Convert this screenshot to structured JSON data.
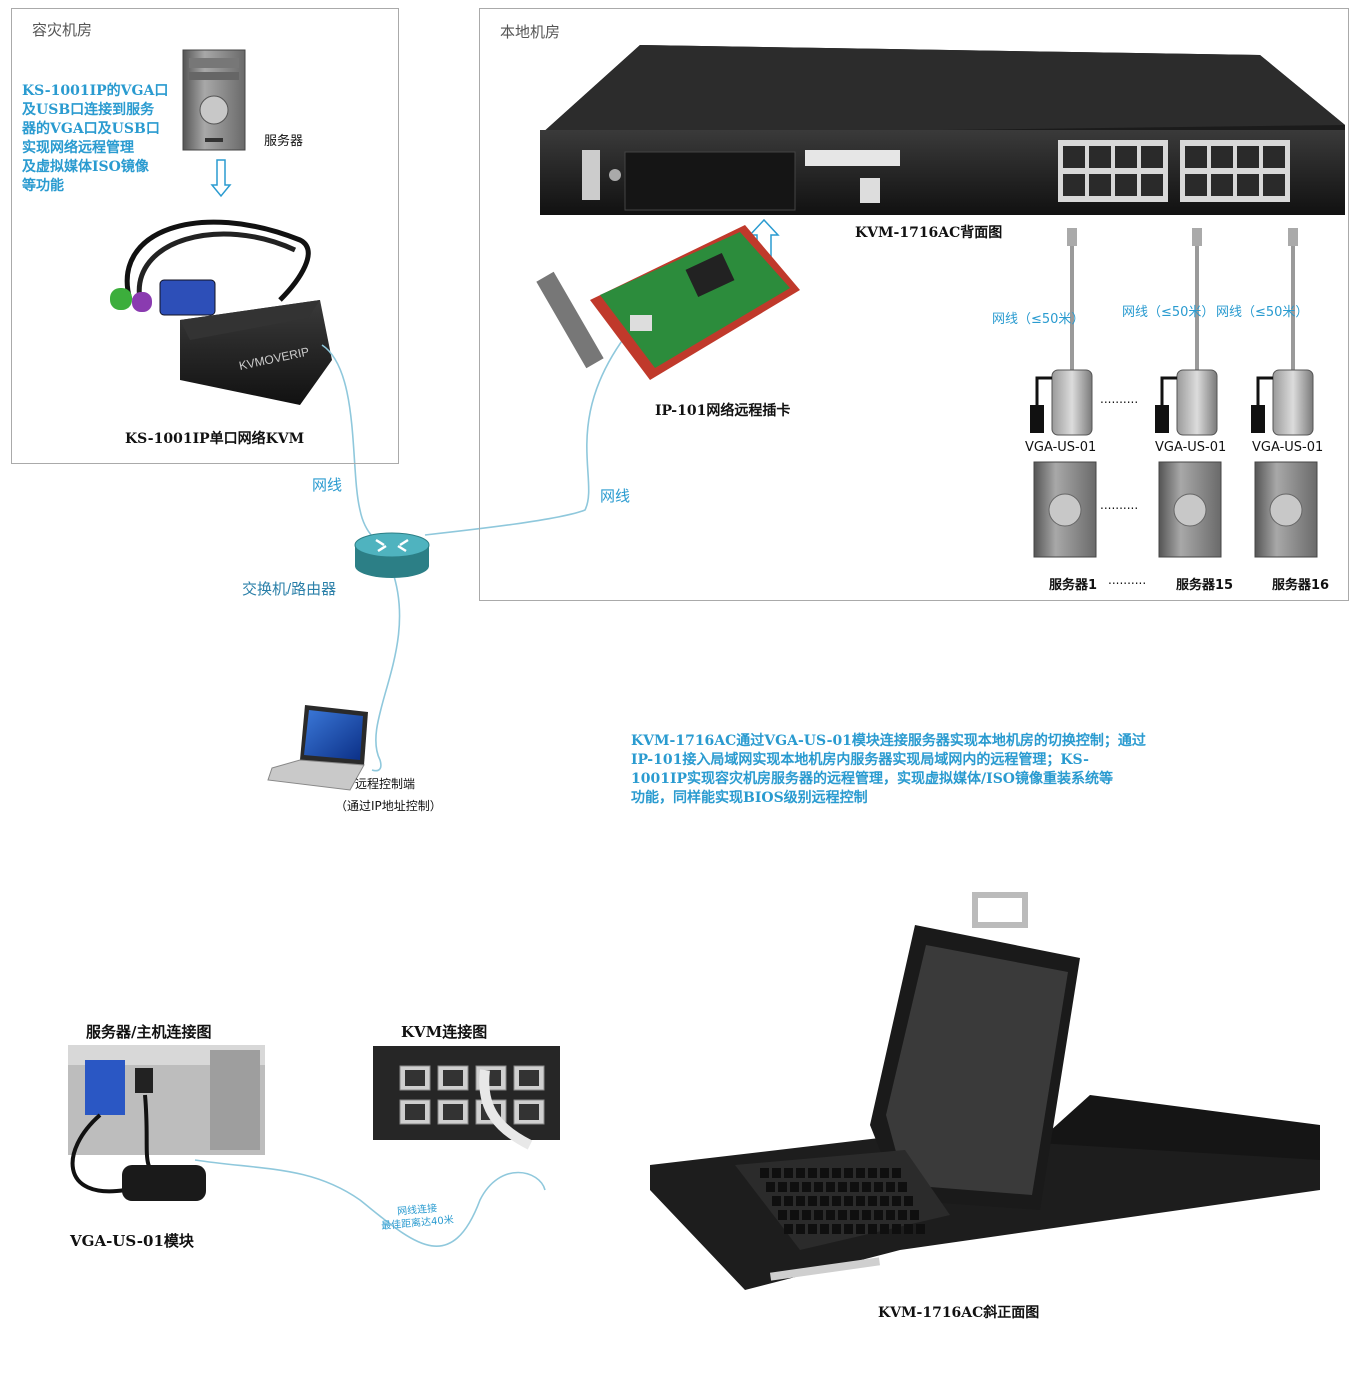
{
  "panels": {
    "disaster_room": {
      "title": "容灾机房"
    },
    "local_room": {
      "title": "本地机房"
    }
  },
  "disaster": {
    "note_lines": [
      "KS-1001IP的VGA口",
      "及USB口连接到服务",
      "器的VGA口及USB口",
      "实现网络远程管理",
      "及虚拟媒体ISO镜像",
      "等功能"
    ],
    "server_label": "服务器",
    "kvm_label": "KS-1001IP单口网络KVM",
    "device_brand": "KVMOVERIP"
  },
  "network": {
    "cable_left": "网线",
    "cable_right": "网线",
    "switch_label": "交换机/路由器",
    "remote_label": "远程控制端",
    "remote_sub": "（通过IP地址控制）"
  },
  "local": {
    "rear_label": "KVM-1716AC背面图",
    "card_label": "IP-101网络远程插卡",
    "cable_labels": [
      "网线（≤50米）",
      "网线（≤50米）",
      "网线（≤50米）"
    ],
    "module_labels": [
      "VGA-US-01",
      "VGA-US-01",
      "VGA-US-01"
    ],
    "server_labels": [
      "服务器1",
      "服务器15",
      "服务器16"
    ],
    "dots": ".........."
  },
  "description_lines": [
    "KVM-1716AC通过VGA-US-01模块连接服务器实现本地机房的切换控制；通过",
    "IP-101接入局域网实现本地机房内服务器实现局域网内的远程管理；KS-",
    "1001IP实现容灾机房服务器的远程管理，实现虚拟媒体/ISO镜像重装系统等",
    "功能，同样能实现BIOS级别远程控制"
  ],
  "bottom": {
    "server_conn_label": "服务器/主机连接图",
    "module_label": "VGA-US-01模块",
    "kvm_conn_label": "KVM连接图",
    "cable_note_1": "网线连接",
    "cable_note_2": "最佳距离达40米",
    "front_label": "KVM-1716AC斜正面图"
  },
  "colors": {
    "accent": "#2a9bd0",
    "panel_border": "#aaaaaa",
    "device": "#1c1c1c",
    "cable": "#8fc8dc"
  }
}
